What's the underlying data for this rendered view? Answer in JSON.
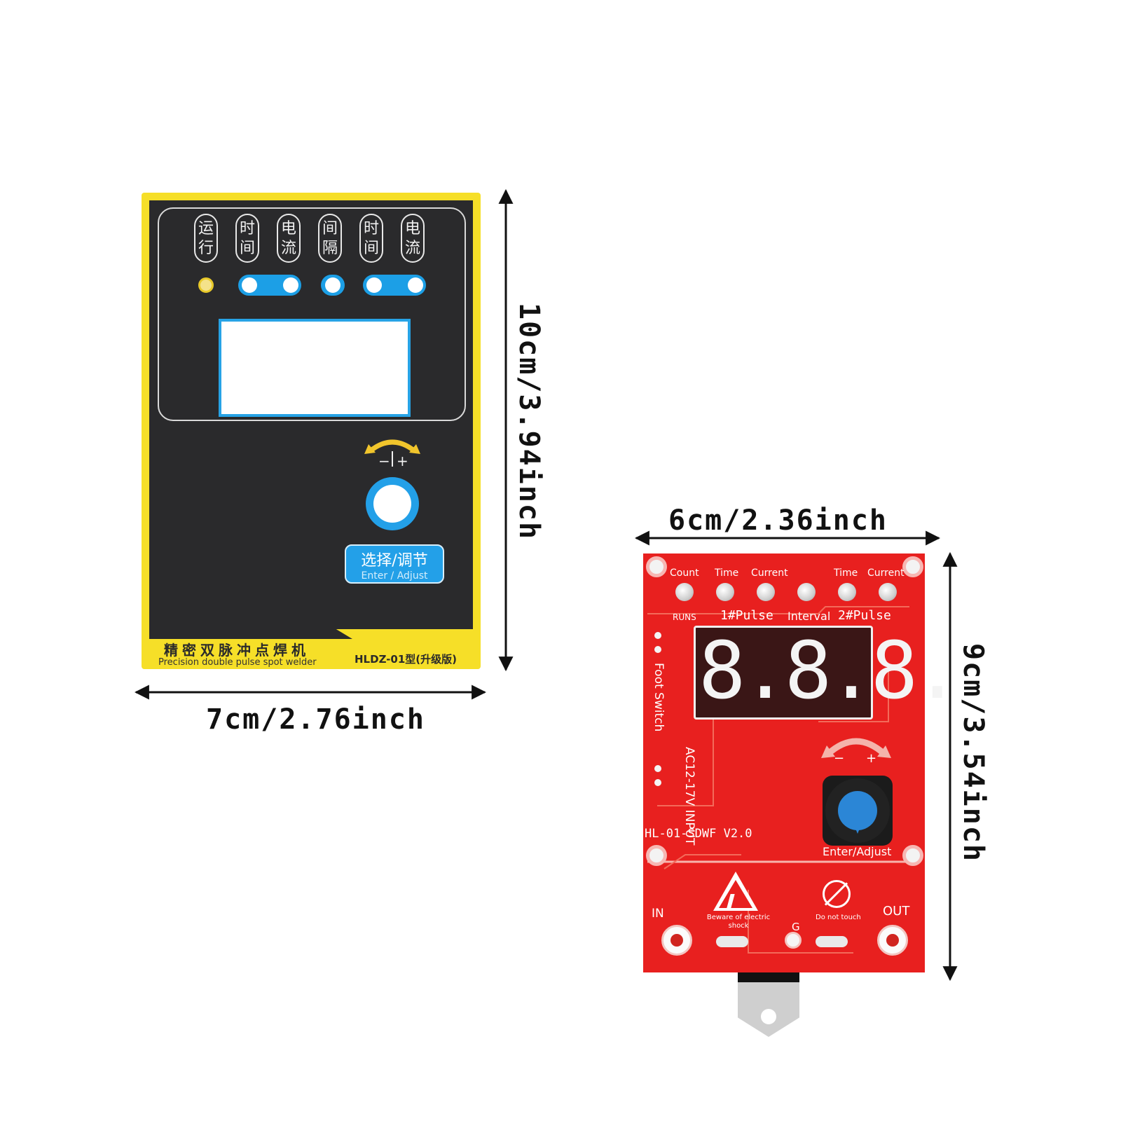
{
  "panel": {
    "indicator_labels": [
      {
        "line1": "运",
        "line2": "行"
      },
      {
        "line1": "时",
        "line2": "间"
      },
      {
        "line1": "电",
        "line2": "流"
      },
      {
        "line1": "间",
        "line2": "隔"
      },
      {
        "line1": "时",
        "line2": "间"
      },
      {
        "line1": "电",
        "line2": "流"
      }
    ],
    "knob_minus": "−",
    "knob_plus": "+",
    "button_cn": "选择/调节",
    "button_en": "Enter / Adjust",
    "title_cn": "精密双脉冲点焊机",
    "title_en": "Precision double pulse spot welder",
    "model": "HLDZ-01型(升级版)"
  },
  "dimensions": {
    "panel_height": "10cm/3.94inch",
    "panel_width": "7cm/2.76inch",
    "board_width": "6cm/2.36inch",
    "board_height": "9cm/3.54inch"
  },
  "board": {
    "top_labels": [
      "Count",
      "Time",
      "Current",
      "Time",
      "Current"
    ],
    "runs": "RUNS",
    "pulse1": "1#Pulse",
    "interval": "Interval",
    "pulse2": "2#Pulse",
    "display_value": "8.8.8.",
    "foot_switch": "Foot Switch",
    "ac_input": "AC12-17V INPUT",
    "model": "HL-01-SDWF  V2.0",
    "knob_minus": "−",
    "knob_plus": "+",
    "enter_adjust": "Enter/Adjust",
    "in_label": "IN",
    "out_label": "OUT",
    "g_label": "G",
    "warning": "Beware of electric shock",
    "do_not_touch": "Do not touch"
  },
  "colors": {
    "panel_yellow": "#f6df28",
    "panel_black": "#2a2a2c",
    "accent_blue": "#23a0e8",
    "board_red": "#e8201f"
  }
}
